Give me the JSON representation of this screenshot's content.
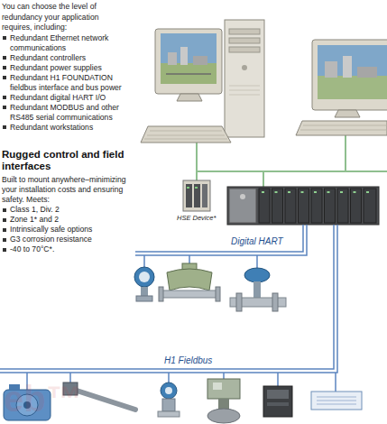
{
  "diagram": {
    "labels": [
      "You can choose the level of redundancy your application requires, including:",
      "Redundant Ethernet network communications",
      "Redundant controllers",
      "Redundant power supplies",
      "Redundant H1 FOUNDATION fieldbus interface and bus power",
      "Redundant digital HART I/O",
      "Redundant MODBUS and other RS485 serial communications",
      "Redundant workstations",
      "Rugged control and field interfaces",
      "Built to mount anywhere–minimizing your installation costs and ensuring safety. Meets:",
      "Class 1, Div. 2",
      "Zone 1* and 2",
      "Intrinsically safe options",
      "G3 corrosion resistance",
      "-40 to 70°C*.",
      "HSE Device*",
      "Digital HART",
      "H1 Fieldbus",
      "eb™"
    ]
  }
}
